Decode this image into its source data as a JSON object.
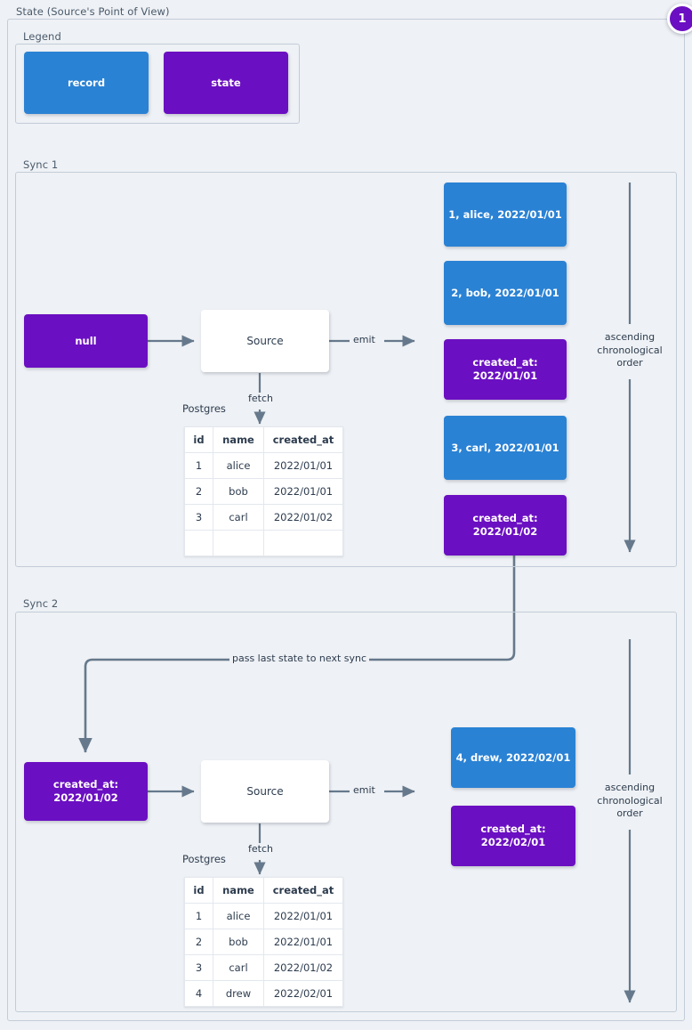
{
  "page": {
    "title": "State (Source's Point of View)",
    "badge": "1",
    "colors": {
      "record": "#2a82d4",
      "state": "#6b0fc2",
      "background": "#eef1f5",
      "frame_border": "#c3cdd8",
      "wire": "#66798c",
      "text": "#2d3c4e"
    }
  },
  "legend": {
    "label": "Legend",
    "items": [
      {
        "label": "record",
        "kind": "record"
      },
      {
        "label": "state",
        "kind": "state"
      }
    ]
  },
  "sync1": {
    "label": "Sync 1",
    "input_state": "null",
    "source": "Source",
    "fetch_label": "fetch",
    "emit_label": "emit",
    "db_caption": "Postgres",
    "order_note": "ascending\nchronological\norder",
    "order_note_lines": [
      "ascending",
      "chronological",
      "order"
    ],
    "table": {
      "columns": [
        "id",
        "name",
        "created_at"
      ],
      "rows": [
        [
          "1",
          "alice",
          "2022/01/01"
        ],
        [
          "2",
          "bob",
          "2022/01/01"
        ],
        [
          "3",
          "carl",
          "2022/01/02"
        ],
        [
          "",
          "",
          ""
        ]
      ]
    },
    "emitted": [
      {
        "kind": "record",
        "text": "1, alice, 2022/01/01"
      },
      {
        "kind": "record",
        "text": "2, bob, 2022/01/01"
      },
      {
        "kind": "state",
        "line1": "created_at:",
        "line2": "2022/01/01"
      },
      {
        "kind": "record",
        "text": "3, carl, 2022/01/01"
      },
      {
        "kind": "state",
        "line1": "created_at:",
        "line2": "2022/01/02"
      }
    ]
  },
  "connector": {
    "label": "pass last state to next sync"
  },
  "sync2": {
    "label": "Sync 2",
    "input_state_line1": "created_at:",
    "input_state_line2": "2022/01/02",
    "source": "Source",
    "fetch_label": "fetch",
    "emit_label": "emit",
    "db_caption": "Postgres",
    "order_note_lines": [
      "ascending",
      "chronological",
      "order"
    ],
    "table": {
      "columns": [
        "id",
        "name",
        "created_at"
      ],
      "rows": [
        [
          "1",
          "alice",
          "2022/01/01"
        ],
        [
          "2",
          "bob",
          "2022/01/01"
        ],
        [
          "3",
          "carl",
          "2022/01/02"
        ],
        [
          "4",
          "drew",
          "2022/02/01"
        ]
      ]
    },
    "emitted": [
      {
        "kind": "record",
        "text": "4, drew, 2022/02/01"
      },
      {
        "kind": "state",
        "line1": "created_at:",
        "line2": "2022/02/01"
      }
    ]
  }
}
